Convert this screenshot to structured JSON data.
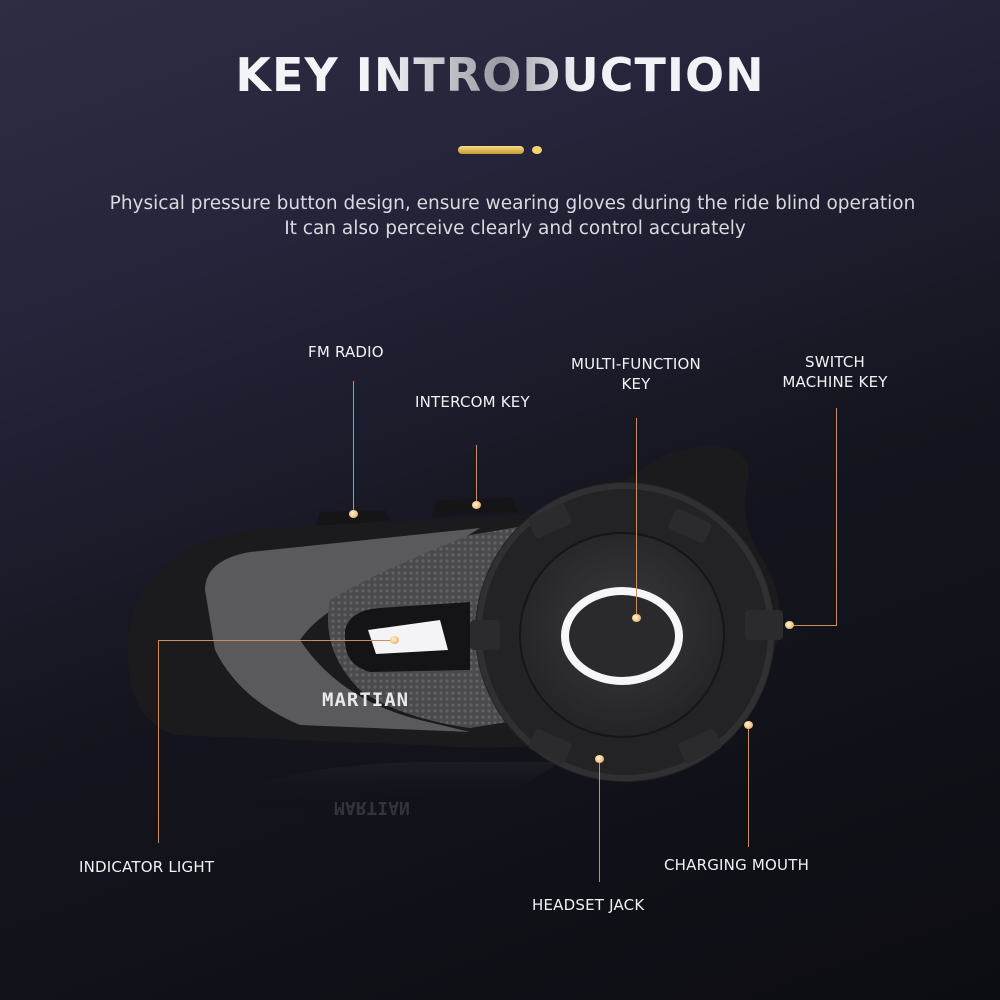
{
  "header": {
    "title": "KEY INTRODUCTION",
    "subtitle_line1": "Physical pressure button design, ensure wearing gloves during the ride blind operation",
    "subtitle_line2": "It can also perceive clearly and control accurately"
  },
  "product": {
    "brand_logo": "MARTIAN",
    "reflection_text": "MARTIAN"
  },
  "callouts": [
    {
      "id": "fm-radio",
      "label": "FM RADIO"
    },
    {
      "id": "intercom-key",
      "label": "INTERCOM KEY"
    },
    {
      "id": "multi-function-key",
      "label_line1": "MULTI-FUNCTION",
      "label_line2": "KEY"
    },
    {
      "id": "switch-machine-key",
      "label_line1": "SWITCH",
      "label_line2": "MACHINE KEY"
    },
    {
      "id": "indicator-light",
      "label": "INDICATOR LIGHT"
    },
    {
      "id": "headset-jack",
      "label": "HEADSET JACK"
    },
    {
      "id": "charging-mouth",
      "label": "CHARGING MOUTH"
    }
  ],
  "colors": {
    "background_top": "#2f2d44",
    "background_bottom": "#0c0d12",
    "accent_gold": "#e8c25a",
    "callout_line": "#c98f5f",
    "device_body": "#1c1c1e",
    "device_panel": "#5a5a5c"
  }
}
